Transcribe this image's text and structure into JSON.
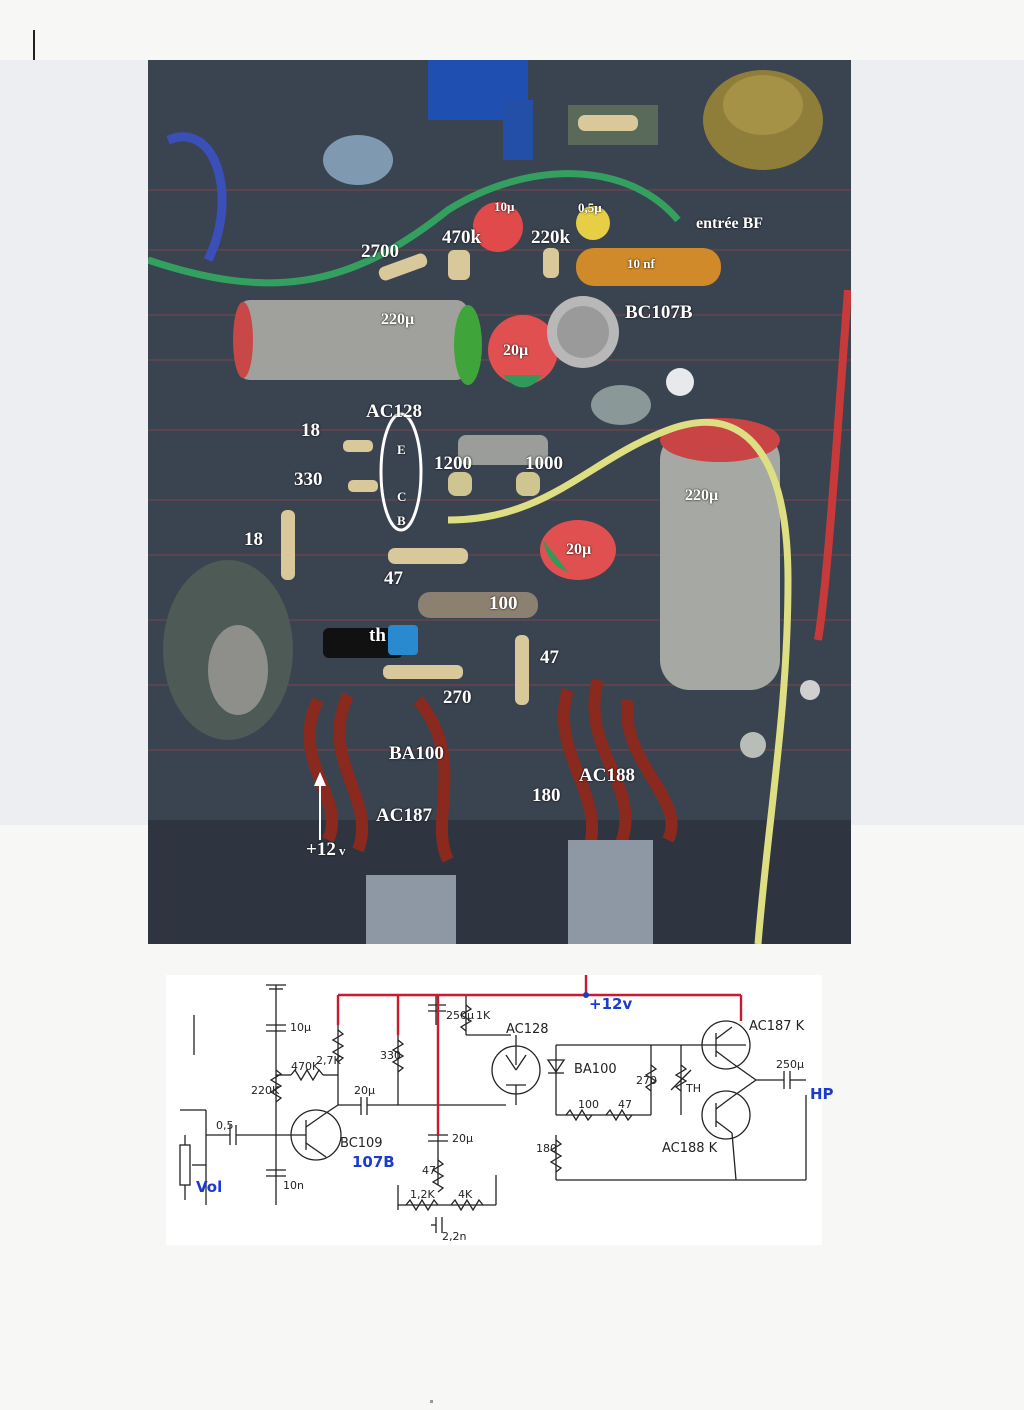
{
  "photo": {
    "labels": {
      "c10u": "10µ",
      "c05u": "0,5µ",
      "entree": "entrée BF",
      "r2700": "2700",
      "r470k": "470k",
      "r220k": "220k",
      "c10nf": "10 nf",
      "c220u_a": "220µ",
      "bc107b": "BC107B",
      "c20u_a": "20µ",
      "ac128": "AC128",
      "pin_e": "E",
      "pin_c": "C",
      "pin_b": "B",
      "r18_a": "18",
      "r330": "330",
      "r1200": "1200",
      "r1000": "1000",
      "c220u_b": "220µ",
      "r18_b": "18",
      "c20u_b": "20µ",
      "r47_a": "47",
      "r100": "100",
      "th": "th",
      "r47_b": "47",
      "r270": "270",
      "ba100": "BA100",
      "ac188": "AC188",
      "r180": "180",
      "ac187": "AC187",
      "v12": "+12",
      "v12_unit": "v"
    }
  },
  "schematic": {
    "supply": "+12v",
    "labels": {
      "c10u": "10µ",
      "r27k": "2,7K",
      "r470k": "470K",
      "r220k": "220K",
      "c05": "0,5",
      "vol": "Vol",
      "c10n": "10n",
      "bc109": "BC109",
      "bc107b": "107B",
      "r330": "330",
      "c20u_a": "20µ",
      "c250u_a": "250µ",
      "r1k": "1K",
      "ac128": "AC128",
      "ba100": "BA100",
      "r270": "270",
      "th": "TH",
      "ac187k": "AC187 K",
      "c250u_b": "250µ",
      "hp": "HP",
      "r100": "100",
      "r47_a": "47",
      "r180": "180",
      "ac188k": "AC188 K",
      "c20u_b": "20µ",
      "r47_b": "47",
      "r12k": "1,2K",
      "r4k": "4K",
      "c22n": "2,2n"
    }
  }
}
